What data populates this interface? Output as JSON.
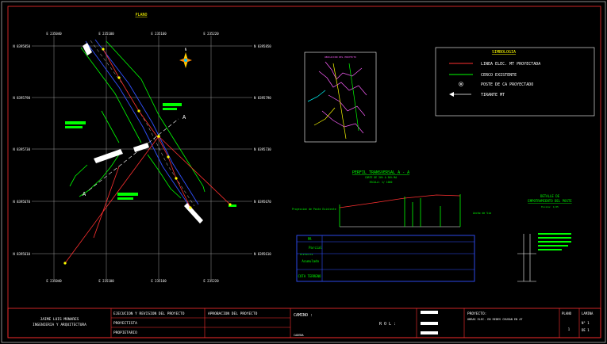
{
  "plan": {
    "title": "PLANO",
    "north_label": "N",
    "east_ticks": [
      "E 235040",
      "E 235100",
      "E 235160",
      "E 235220"
    ],
    "east_ticks_bottom": [
      "E 235040",
      "E 235100",
      "E 235160",
      "E 235220"
    ],
    "north_ticks_left": [
      "N 8395850",
      "N 8395790",
      "N 8395730",
      "N 8395670",
      "N 8395610"
    ],
    "north_ticks_right": [
      "N 8395850",
      "N 8395790",
      "N 8395730",
      "N 8395670",
      "N 8395610"
    ],
    "section_mark": "A"
  },
  "location": {
    "title": "UBICACION DEL PROYECTO"
  },
  "legend": {
    "title": "SIMBOLOGIA",
    "items": [
      {
        "label": "LINEA ELEC. MT PROYECTADA",
        "color": "#ff3030"
      },
      {
        "label": "CERCO EXISTENTE",
        "color": "#00ff00"
      },
      {
        "label": "POSTE DE CA PROYECTADO",
        "color": "#ffffff"
      },
      {
        "label": "TIRANTE MT",
        "color": "#ffffff"
      }
    ]
  },
  "profile": {
    "title": "PERFIL TRANSVERSAL A - A",
    "subtitle1": "CORTE DE 20% A 50% MA",
    "subtitle2": "ESCALA: 1/ 1000",
    "left_note": "Proyeccion de Poste Existente",
    "right_note": "Ancho de Via",
    "rows": [
      "PR",
      "Parcial",
      "Acumulado",
      "COTA TERRENO"
    ],
    "distancia_label": "Distancia"
  },
  "detail": {
    "title1": "DETALLE DE",
    "title2": "EMPOTRAMIENTO DEL POSTE",
    "scale": "Escala: 1/25"
  },
  "titleblock": {
    "company1": "JAIME LUIS MONARES",
    "company2": "INGENIERIA Y ARQUITECTURA",
    "exec_label": "EJECUCION Y REVISION DEL PROYECTO",
    "approve_label": "APROBACION DEL PROYECTO",
    "proyectista": "PROYECTISTA",
    "propietario": "PROPIETARIO",
    "camino_label": "CAMINO :",
    "cadena_label": "CADENA",
    "rol_label": "R O L :",
    "proyecto_label": "PROYECTO:",
    "proyecto_value": "OBRAS ELEC. EN REDES CHUSAN EN AT",
    "plano_label": "PLANO",
    "lamina_label": "LAMINA",
    "plano_value": "1",
    "lamina_n": "N° 1",
    "lamina_de": "DE 1"
  }
}
